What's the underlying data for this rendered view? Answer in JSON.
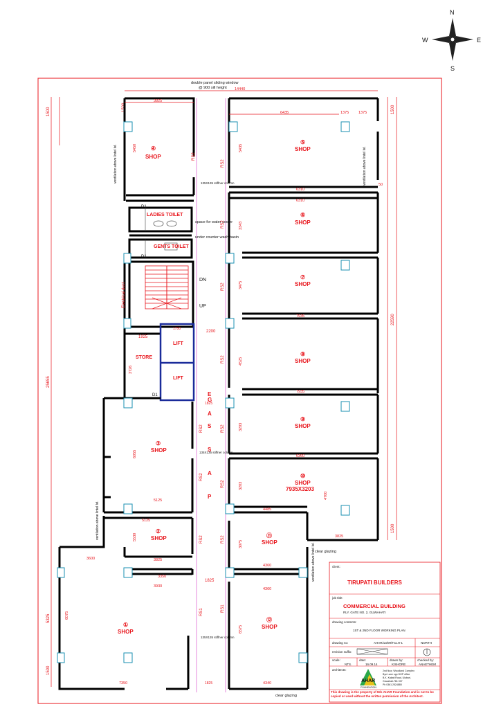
{
  "compass": {
    "n": "N",
    "s": "S",
    "e": "E",
    "w": "W"
  },
  "top_note": {
    "line1": "double panel sliding window",
    "line2": "@ 900 sill height",
    "width": "14440"
  },
  "overall": {
    "left_height": "25655",
    "right_height": "22590",
    "top_left": "1500",
    "top_right": "1500",
    "bottom_left": "1500",
    "mid_left": "5325"
  },
  "rooms": {
    "shop1": {
      "num": "①",
      "name": "SHOP"
    },
    "shop2": {
      "num": "②",
      "name": "SHOP"
    },
    "shop3": {
      "num": "③",
      "name": "SHOP"
    },
    "shop4": {
      "num": "④",
      "name": "SHOP"
    },
    "shop5": {
      "num": "⑤",
      "name": "SHOP"
    },
    "shop6": {
      "num": "⑥",
      "name": "SHOP"
    },
    "shop7": {
      "num": "⑦",
      "name": "SHOP"
    },
    "shop8": {
      "num": "⑧",
      "name": "SHOP"
    },
    "shop9": {
      "num": "⑨",
      "name": "SHOP"
    },
    "shop10": {
      "num": "⑩",
      "name": "SHOP",
      "size": "7935X3203"
    },
    "shop11": {
      "num": "⑪",
      "name": "SHOP"
    },
    "shop12": {
      "num": "⑫",
      "name": "SHOP"
    },
    "ladies": "LADIES TOILET",
    "gents": "GENTS TOILET",
    "store": "STORE",
    "lift1": "LIFT",
    "lift2": "LIFT",
    "passage": [
      "P",
      "A",
      "S",
      "S",
      "A",
      "G",
      "E"
    ]
  },
  "stair": {
    "dn": "DN",
    "up": "UP"
  },
  "notes": {
    "water_cooler": "space for water cooler",
    "wash_basin": "under counter wash basin",
    "electrical_duct": "Electrical duct",
    "vent_left": "ventilation above lintel lvl.",
    "vent_right": "ventilation above lintel lvl.",
    "vent_left2": "ventilation above lintel lvl.",
    "vent_right2": "ventilation above lintel lvl.",
    "clear_glazing1": "clear glazing",
    "clear_glazing2": "clear glazing",
    "stiffener1": "135X135 stiffner column",
    "stiffener2": "135X135 stiffner column",
    "stiffener3": "135X135 stiffner column",
    "door": "D1",
    "rs2": "RS2",
    "rs1": "RS1"
  },
  "dims": {
    "d3825a": "3825",
    "d6435": "6435",
    "d1375a": "1375",
    "d1375b": "1375",
    "d6310a": "6310",
    "d6310b": "6310",
    "d7935a": "7935",
    "d7935b": "7935",
    "d6360": "6360",
    "d5125a": "5125",
    "d5125b": "5125",
    "d4485": "4485",
    "d3825b": "3825",
    "d3825c": "3825",
    "d3600": "3600",
    "d3350": "3350",
    "d3930": "3930",
    "d4360a": "4360",
    "d4360b": "4360",
    "d1825a": "1825",
    "d1825b": "1825",
    "d1825c": "1825",
    "d2200": "2200",
    "d1725": "1725",
    "d1750": "1750",
    "d1925": "1925",
    "d3726": "3726",
    "d6075": "6075",
    "d5450": "5450",
    "d5435": "5435",
    "d6055": "6055",
    "d5530": "5530",
    "d7350": "7350",
    "d4340": "4340",
    "d6575": "6575",
    "d3075": "3075",
    "d4700": "4700",
    "d3203a": "3203",
    "d3203b": "3203",
    "d4525": "4525",
    "d3475": "3475",
    "d3343": "3343",
    "d50": "50"
  },
  "title_block": {
    "client_label": "client:",
    "client": "TIRUPATI BUILDERS",
    "job_label": "job title:",
    "job": "COMMERCIAL BUILDING",
    "job_sub": "RLY. GATE NO. 2, GUWAHATI",
    "contents_label": "drawing contents:",
    "contents": "1ST & 2ND FLOOR WORKING PLAN",
    "drawing_no_label": "drawing no:",
    "drawing_no": "AHAR/13/09/TCLH-1",
    "north_label": "NORTH",
    "revision_label": "revision suffix:",
    "scale_label": "scale:",
    "scale": "NTS.",
    "date_label": "date:",
    "date": "16.09.14",
    "drawn_label": "drawn by:",
    "drawn": "KISHORE",
    "checked_label": "checked by:",
    "checked": "ANAETHEM",
    "architects_label": "architects:",
    "logo": "AHAR",
    "logo_sub": "FOUNDATION",
    "address1": "2nd floor, Woodland Complex",
    "address2": "Bye Lane opp DGP office",
    "address3": "B.K. Kakati Road, Ulubari,",
    "address4": "Guwahati-781 007",
    "address5": "Ph 0361 2524885",
    "footer": "This drawing is the property of M/s AHAR Foundation and is not to be copied or used without the written permission of the Architect."
  }
}
